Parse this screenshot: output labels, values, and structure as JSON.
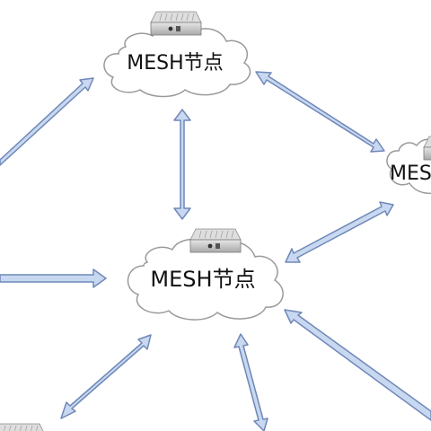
{
  "nodes": {
    "top": {
      "label": "MESH节点"
    },
    "center": {
      "label": "MESH节点"
    },
    "right": {
      "label": "MES"
    }
  },
  "colors": {
    "arrow_fill": "#c8d8f0",
    "arrow_stroke": "#6f88b8",
    "cloud_stroke": "#9a9a9a",
    "device_body": "#cfcfcf"
  }
}
